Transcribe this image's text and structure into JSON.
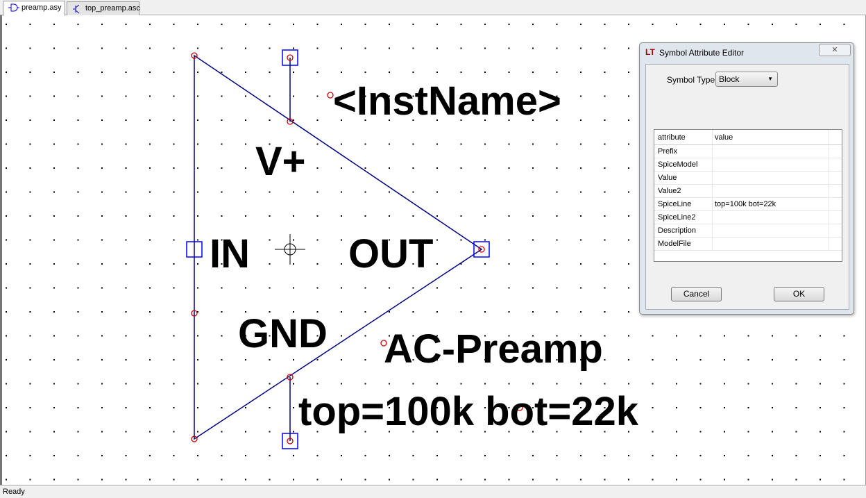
{
  "tabs": [
    {
      "label": "preamp.asy",
      "icon": "block-symbol-icon"
    },
    {
      "label": "top_preamp.asc",
      "icon": "schematic-icon"
    }
  ],
  "symbol": {
    "inst_name": "<InstName>",
    "pin_labels": {
      "vplus": "V+",
      "in": "IN",
      "out": "OUT",
      "gnd": "GND"
    },
    "value_text": "AC-Preamp",
    "spiceline_text": "top=100k bot=22k",
    "line_color": "#000080",
    "pin_color": "#0000ff",
    "anchor_color": "#cc0000"
  },
  "dialog": {
    "title": "Symbol Attribute Editor",
    "close": "✕",
    "symbol_type_label": "Symbol Type:",
    "symbol_type_value": "Block",
    "columns": [
      "attribute",
      "value"
    ],
    "rows": [
      {
        "attribute": "Prefix",
        "value": ""
      },
      {
        "attribute": "SpiceModel",
        "value": ""
      },
      {
        "attribute": "Value",
        "value": ""
      },
      {
        "attribute": "Value2",
        "value": ""
      },
      {
        "attribute": "SpiceLine",
        "value": "top=100k bot=22k"
      },
      {
        "attribute": "SpiceLine2",
        "value": ""
      },
      {
        "attribute": "Description",
        "value": ""
      },
      {
        "attribute": "ModelFile",
        "value": ""
      }
    ],
    "cancel": "Cancel",
    "ok": "OK"
  },
  "status": "Ready"
}
